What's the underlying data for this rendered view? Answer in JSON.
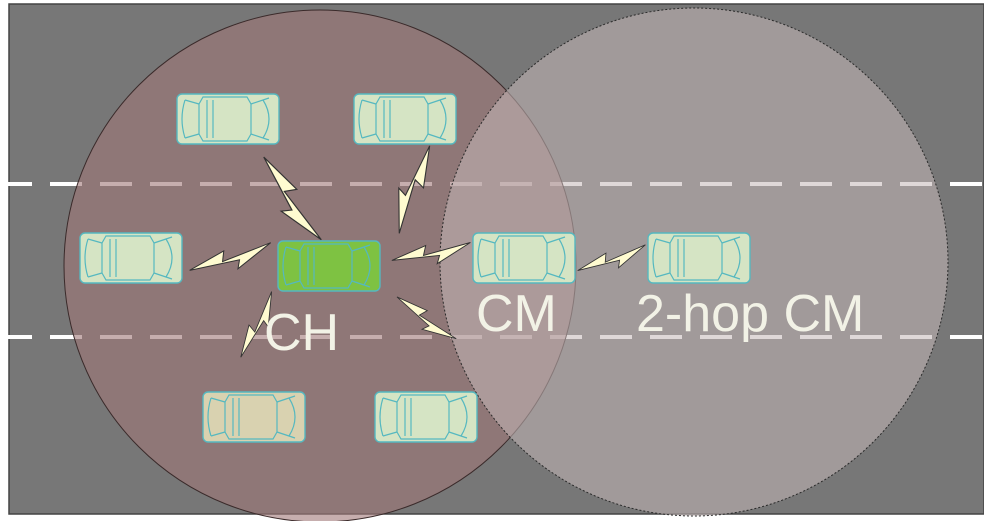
{
  "labels": {
    "ch": "CH",
    "cm": "CM",
    "two_hop_cm": "2-hop CM"
  },
  "colors": {
    "road": "#777777",
    "road_border": "#444444",
    "lane_marking": "#ffffff",
    "ch_range_fill": "#a07878",
    "cm_range_fill": "#b4a8a8",
    "vehicle_body": "#d5e4c4",
    "vehicle_outline": "#55b8c0",
    "ch_vehicle_body": "#7ec242",
    "faded_vehicle_body": "#d9d2b0",
    "link_fill": "#fffbd0",
    "label_text": "#f2f2e6"
  },
  "icons": {
    "vehicle": "car-top-view-icon",
    "link": "lightning-bolt-icon"
  }
}
